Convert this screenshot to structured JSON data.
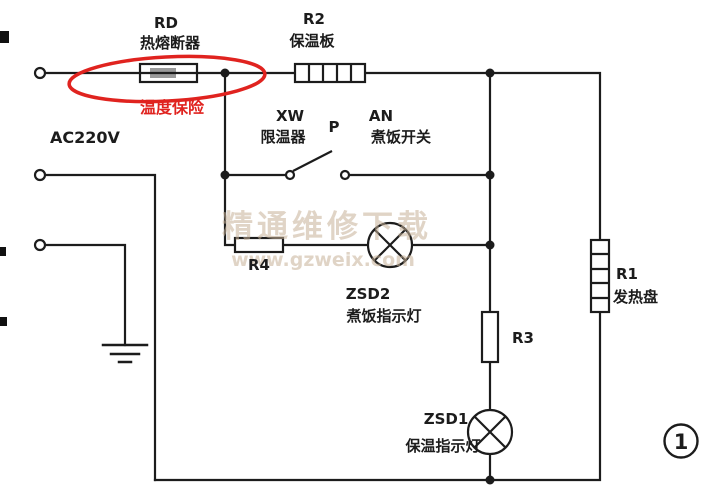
{
  "page": {
    "background": "#ffffff",
    "line_color": "#1c1c1c",
    "accent_red": "#e0231f",
    "watermark_color": "#c7b299"
  },
  "labels": {
    "supply": "AC220V",
    "rd_ref": "RD",
    "rd_name": "热熔断器",
    "fuse_note": "温度保险",
    "r2_ref": "R2",
    "r2_name": "保温板",
    "xw_ref": "XW",
    "xw_name": "限温器",
    "p_ref": "P",
    "an_ref": "AN",
    "an_name": "煮饭开关",
    "r4_ref": "R4",
    "zsd2_ref": "ZSD2",
    "zsd2_name": "煮饭指示灯",
    "r3_ref": "R3",
    "zsd1_ref": "ZSD1",
    "zsd1_name": "保温指示灯",
    "r1_ref": "R1",
    "r1_name": "发热盘",
    "figure_number": "1"
  },
  "watermark": {
    "line1": "精通维修下载",
    "line2": "www.gzweix.com"
  }
}
